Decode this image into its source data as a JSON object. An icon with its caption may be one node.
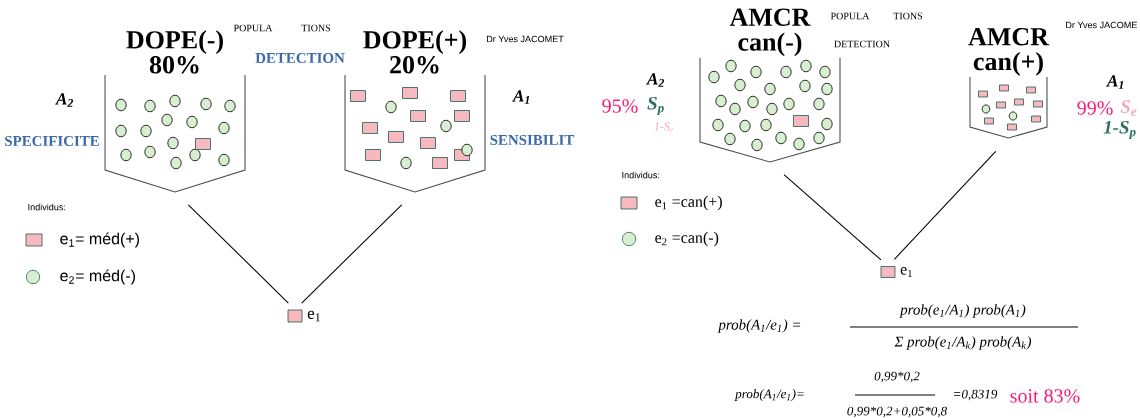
{
  "diagram": {
    "nodes": [
      {
        "text": [
          "DOPE(-) 80%"
        ]
      },
      {
        "text": [
          "DOPE(+) 20%"
        ]
      },
      {
        "text": [
          "e$_{1}$"
        ]
      },
      {
        "text": [
          "AMCR can(-)"
        ]
      },
      {
        "text": [
          "AMCR can(+)"
        ]
      },
      {
        "text": [
          "e$_{1}$"
        ]
      }
    ],
    "edges": [
      {
        "from": 0,
        "to": 2,
        "arrow": "none"
      },
      {
        "from": 1,
        "to": 2,
        "arrow": "none"
      },
      {
        "from": 3,
        "to": 5,
        "arrow": "none"
      },
      {
        "from": 4,
        "to": 5,
        "arrow": "none"
      }
    ],
    "labels": [
      "POPULA",
      "TIONS",
      "DETECTION",
      "Dr Yves JACOMET",
      "A$_{2}$",
      "SPECIFICITE",
      "A$_{1}$",
      "SENSIBILIT",
      "Individus:",
      "POPULA",
      "TIONS",
      "DETECTION",
      "Dr Yves JACOME",
      "A$_{2}$",
      "95%",
      "S$_{p}$",
      "1-S$_{e}$",
      "A$_{1}$",
      "99%",
      "S$_{e}$",
      "1-S$_{p}$",
      "Individus:",
      "prob(A$_{1}$/e$_{1}$) =",
      "prob(e$_{1}$/A$_{1}$) prob(A$_{1}$)",
      "Σ prob(e$_{1}$/A$_{k}$) prob(A$_{k}$)",
      "prob(A$_{1}$/e$_{1}$)=",
      "0,99*0,2",
      "0,99*0,2+0,05*0,8",
      "=0,8319",
      "soit 83%"
    ],
    "legend": [
      {
        "text": "e$_{1}$= méd(+)",
        "color": "#f8b8c0"
      },
      {
        "text": "e$_{2}$= méd(-)",
        "color": "#d8eed0"
      },
      {
        "text": "e$_{1}$ =can(+)",
        "color": "#f8b8c0"
      },
      {
        "text": "e$_{2}$ =can(-)",
        "color": "#d8eed0"
      }
    ]
  }
}
